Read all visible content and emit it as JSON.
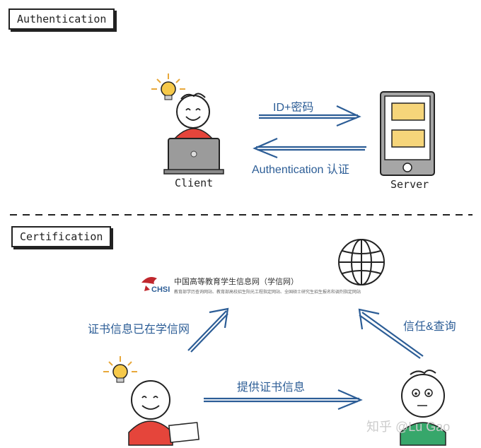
{
  "sections": {
    "authentication_label": "Authentication",
    "certification_label": "Certification"
  },
  "auth": {
    "client_label": "Client",
    "server_label": "Server",
    "request_text": "ID+密码",
    "response_text": "Authentication 认证"
  },
  "cert": {
    "chsi_logo_text": "CHSI",
    "chsi_title": "中国高等教育学生信息网（学信网）",
    "chsi_subtitle": "教育部学历查询网站、教育部高校招生阳光工程指定网站、全国硕士研究生招生报名和调剂指定网站",
    "left_text": "证书信息已在学信网",
    "right_text": "信任&查询",
    "bottom_text": "提供证书信息"
  },
  "watermark": "知乎 @Lu Gao",
  "colors": {
    "arrow_blue": "#2c5d96",
    "face_yellow": "#f6d57a",
    "shirt_red": "#e5453b",
    "shirt_green": "#37a76b",
    "laptop_gray": "#9b9b9b",
    "bulb_yellow": "#f6c94a"
  }
}
